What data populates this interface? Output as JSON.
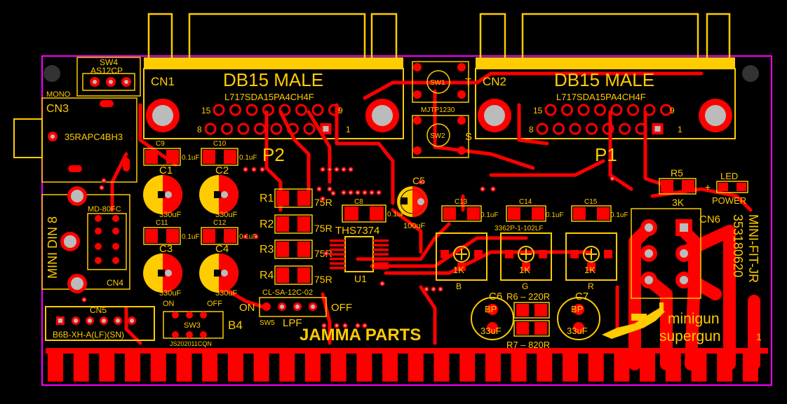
{
  "colors": {
    "board_outline": "#FF00FF",
    "copper": "#FF0000",
    "silkscreen": "#FFCC00",
    "pad_drill": "#BBBBBB",
    "background": "#000000"
  },
  "connectors": {
    "cn1": {
      "ref": "CN1",
      "title": "DB15  MALE",
      "part": "L717SDA15PA4CH4F",
      "pin_15": "15",
      "pin_9": "9",
      "pin_8": "8",
      "pin_1": "1",
      "label": "P2"
    },
    "cn2": {
      "ref": "CN2",
      "title": "DB15  MALE",
      "part": "L717SDA15PA4CH4F",
      "pin_15": "15",
      "pin_9": "9",
      "pin_8": "8",
      "pin_1": "1",
      "label": "P1"
    },
    "cn3": {
      "ref": "CN3",
      "part": "35RAPC4BH3",
      "mode": "MONO"
    },
    "cn4": {
      "ref": "CN4",
      "part": "MD-80FC",
      "name": "MINI DIN 8"
    },
    "cn5": {
      "ref": "CN5",
      "part": "B6B-XH-A(LF)(SN)"
    },
    "cn6": {
      "ref": "CN6",
      "name": "MINI-FIT-JR",
      "part": "353180620"
    }
  },
  "switches": {
    "sw1": "SW1",
    "sw2": "SW2",
    "sw12_part": "MJTP1230",
    "sw12_t": "T",
    "sw12_s": "S",
    "sw3": "SW3",
    "sw3_part": "JS202011CQN",
    "sw3_on": "ON",
    "sw3_off": "OFF",
    "sw3_label": "B4",
    "sw4": "SW4",
    "sw4_part": "AS12CP",
    "sw5": "SW5",
    "sw5_part": "CL-SA-12C-02",
    "sw5_on": "ON",
    "sw5_off": "OFF",
    "sw5_label": "LPF"
  },
  "capacitors": {
    "c9": "C9",
    "c10": "C10",
    "c11": "C11",
    "c12": "C12",
    "c8": "C8",
    "c13": "C13",
    "c14": "C14",
    "c15": "C15",
    "small_value": "0.1uF",
    "c1": "C1",
    "c2": "C2",
    "c3": "C3",
    "c4": "C4",
    "big_value": "330uF",
    "c5": "C5",
    "c5_value": "100uF",
    "c6": "C6",
    "c7": "C7",
    "bp": "BP",
    "bp_value": "33uF"
  },
  "resistors": {
    "r1": "R1",
    "r2": "R2",
    "r3": "R3",
    "r4": "R4",
    "r_value": "75R",
    "r5": "R5",
    "r5_value": "3K",
    "r6_label": "R6 – 220R",
    "r7_label": "R7 – 820R"
  },
  "ic": {
    "ref": "U1",
    "part": "THS7374"
  },
  "trimmers": {
    "part": "3362P-1-102LF",
    "value": "1K",
    "b": "B",
    "g": "G",
    "r": "R"
  },
  "led": {
    "label": "LED",
    "sub": "POWER"
  },
  "board": {
    "edge_label": "JAMMA PARTS",
    "logo_line1": "minigun",
    "logo_line2": "supergun",
    "pin_one": "1"
  }
}
